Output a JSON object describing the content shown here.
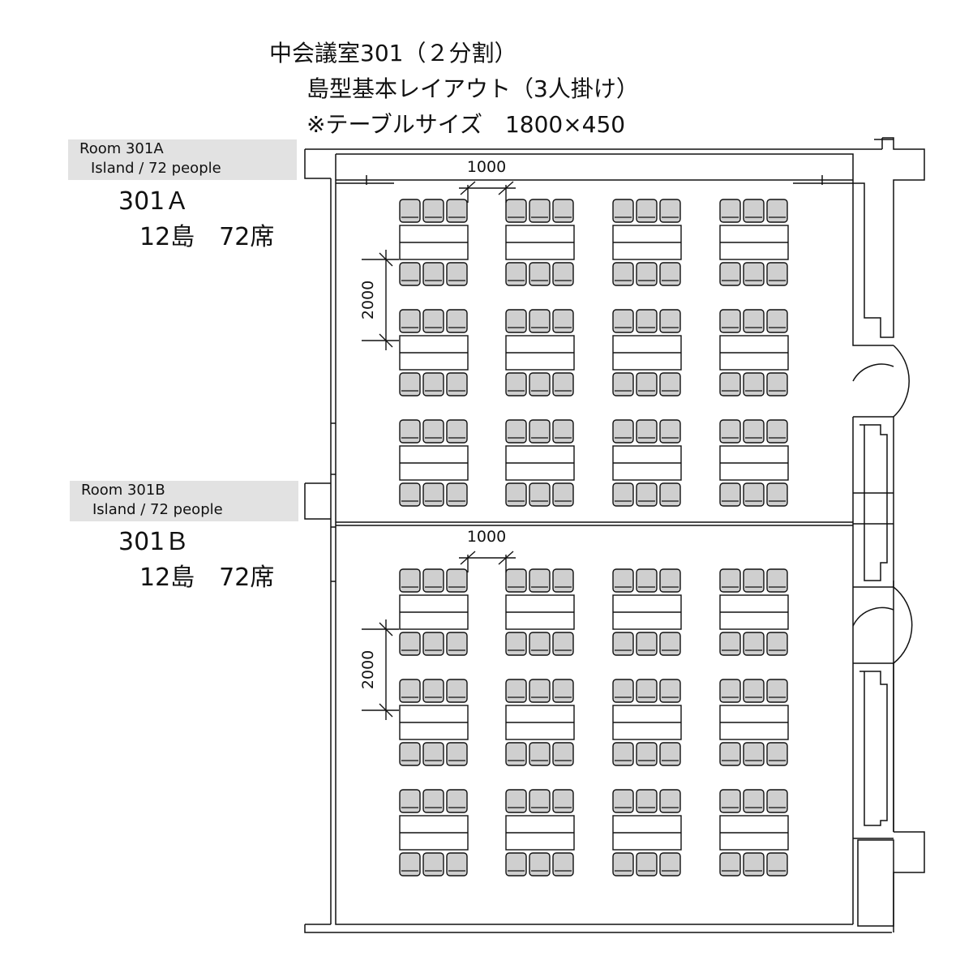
{
  "header": {
    "line1": "中会議室301（２分割）",
    "line2": "島型基本レイアウト（3人掛け）",
    "line3": "※テーブルサイズ　1800×450"
  },
  "rooms": [
    {
      "id": "a",
      "label_line1": "Room 301A",
      "label_line2": "Island / 72 people",
      "name": "301Ａ",
      "capacity": "12島　72席",
      "dim_horizontal": "1000",
      "dim_vertical": "2000",
      "island_rows": 3,
      "island_cols": 4,
      "seats_per_side": 3
    },
    {
      "id": "b",
      "label_line1": "Room 301B",
      "label_line2": "Island / 72 people",
      "name": "301Ｂ",
      "capacity": "12島　72席",
      "dim_horizontal": "1000",
      "dim_vertical": "2000",
      "island_rows": 3,
      "island_cols": 4,
      "seats_per_side": 3
    }
  ],
  "colors": {
    "chair_fill": "#cfcfcf",
    "line": "#111111",
    "label_bg": "#e2e2e2"
  }
}
